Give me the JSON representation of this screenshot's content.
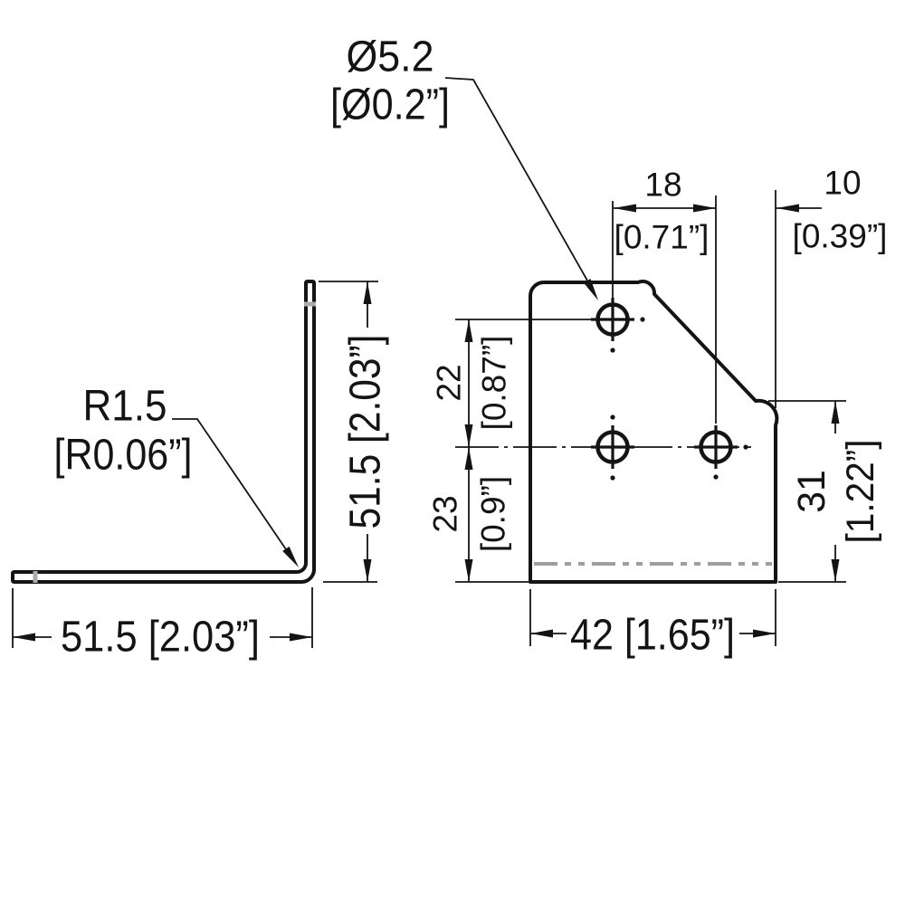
{
  "page": {
    "background": "#ffffff"
  },
  "colors": {
    "line": "#141414",
    "gray_mark": "#ababab",
    "bend_line": "#9e9e9e"
  },
  "views": {
    "side_view": {
      "label": "side-profile-of-angle-bracket",
      "radius_callout": {
        "metric": "R1.5",
        "imperial": "[R0.06”]"
      },
      "height_dim": "51.5 [2.03”]",
      "width_dim": "51.5 [2.03”]"
    },
    "front_view": {
      "label": "front-face-of-angle-bracket",
      "hole_callout": {
        "metric": "Ø5.2",
        "imperial": "[Ø0.2”]"
      },
      "hole_spacing_dim": {
        "metric": "18",
        "imperial": "[0.71”]"
      },
      "edge_offset_dim": {
        "metric": "10",
        "imperial": "[0.39”]"
      },
      "upper_hole_dim": {
        "metric": "22",
        "imperial": "[0.87”]"
      },
      "lower_hole_dim": {
        "metric": "23",
        "imperial": "[0.9”]"
      },
      "side_height_dim": {
        "metric": "31",
        "imperial": "[1.22”]"
      },
      "width_dim": "42 [1.65”]"
    }
  }
}
